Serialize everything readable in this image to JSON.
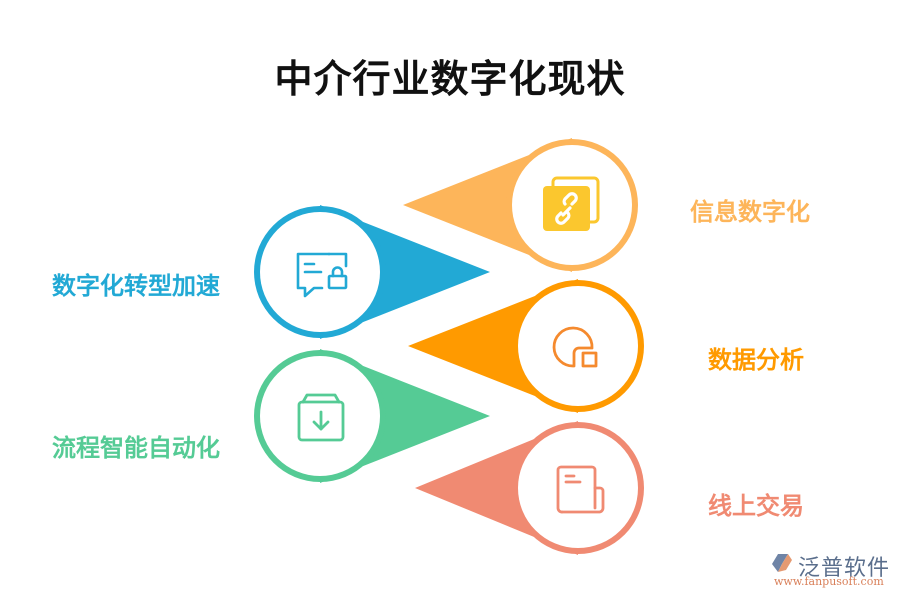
{
  "title": "中介行业数字化现状",
  "items": [
    {
      "label": "信息数字化",
      "icon": "link-documents-icon",
      "color": "#FDB55A",
      "icon_color": "#FBC72E",
      "side": "right"
    },
    {
      "label": "数字化转型加速",
      "icon": "chat-lock-icon",
      "color": "#22A9D5",
      "icon_color": "#22A9D5",
      "side": "left"
    },
    {
      "label": "数据分析",
      "icon": "pie-chart-icon",
      "color": "#FF9A00",
      "icon_color": "#F58A2E",
      "side": "right"
    },
    {
      "label": "流程智能自动化",
      "icon": "download-box-icon",
      "color": "#55CB95",
      "icon_color": "#55CB95",
      "side": "left"
    },
    {
      "label": "线上交易",
      "icon": "document-icon",
      "color": "#F08A72",
      "icon_color": "#F08A72",
      "side": "right"
    }
  ],
  "logo": {
    "name": "泛普软件",
    "url": "www.fanpusoft.com"
  }
}
